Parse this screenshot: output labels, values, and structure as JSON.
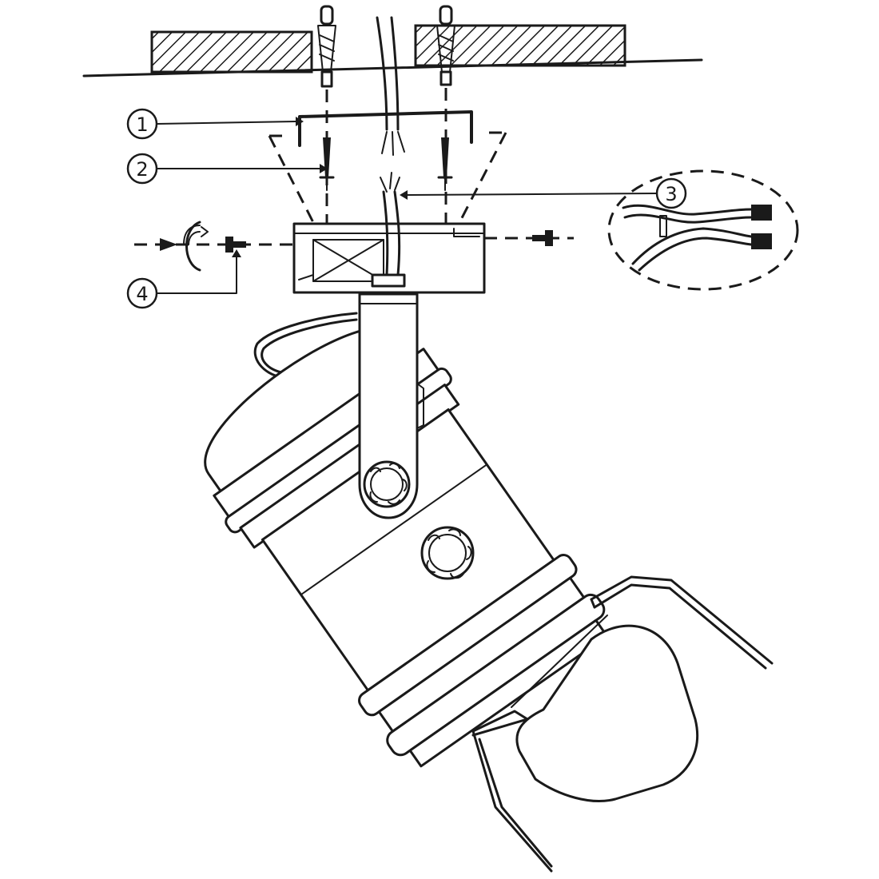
{
  "callouts": [
    {
      "id": "1",
      "label": "1"
    },
    {
      "id": "2",
      "label": "2"
    },
    {
      "id": "3",
      "label": "3"
    },
    {
      "id": "4",
      "label": "4"
    }
  ],
  "colors": {
    "ink": "#1a1a1a",
    "paper": "#ffffff"
  }
}
